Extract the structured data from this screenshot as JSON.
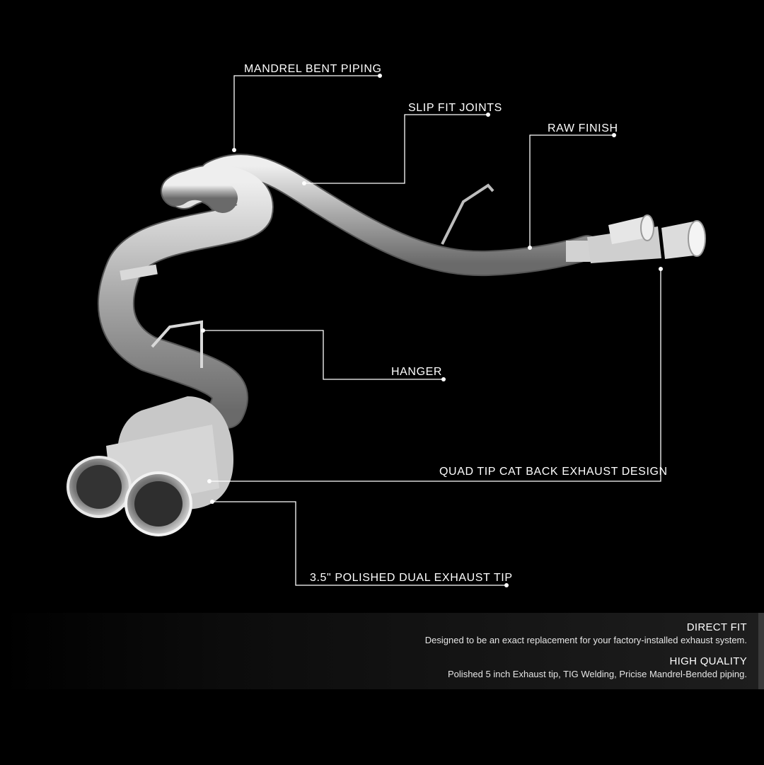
{
  "callouts": {
    "mandrel_bent_piping": "MANDREL BENT PIPING",
    "slip_fit_joints": "SLIP FIT JOINTS",
    "raw_finish": "RAW FINISH",
    "hanger": "HANGER",
    "quad_tip_design": "QUAD TIP CAT BACK EXHAUST DESIGN",
    "polished_dual_tip": "3.5\" POLISHED DUAL EXHAUST TIP"
  },
  "features": [
    {
      "title": "DIRECT FIT",
      "description": "Designed to be an exact replacement for your factory-installed exhaust system."
    },
    {
      "title": "HIGH QUALITY",
      "description": "Polished 5 inch Exhaust tip, TIG Welding, Pricise Mandrel-Bended piping."
    }
  ],
  "colors": {
    "background": "#000000",
    "text": "#ffffff",
    "line": "#ffffff",
    "pipe": "#b9b9b9"
  }
}
